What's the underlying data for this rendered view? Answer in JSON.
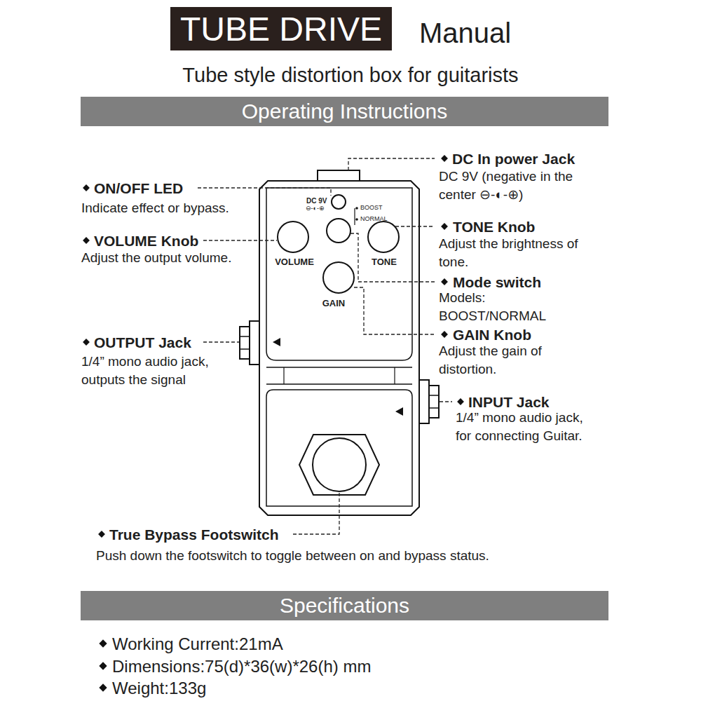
{
  "diagram": {
    "nodes": [
      {
        "text": [
          "TUBE DRIVE"
        ]
      },
      {
        "text": [
          "Operating Instructions"
        ]
      },
      {
        "text": [
          "Specifications"
        ]
      }
    ],
    "labels": [
      "Manual",
      "Tube style distortion box for guitarists",
      "DC In power Jack",
      "DC 9V (negative in the center ⊖-◐-⊕)",
      "ON/OFF LED",
      "Indicate effect or bypass.",
      "DC 9V",
      "⊖-◐-⊕",
      "BOOST",
      "NORMAL",
      "VOLUME Knob",
      "Adjust the output volume.",
      "VOLUME",
      "TONE Knob",
      "Adjust the brightness of tone.",
      "TONE",
      "Mode switch",
      "Models: BOOST/NORMAL",
      "GAIN Knob",
      "Adjust the gain of distortion.",
      "GAIN",
      "OUTPUT Jack",
      "1/4” mono audio jack, outputs the signal",
      "INPUT Jack",
      "1/4” mono audio jack, for connecting Guitar.",
      "True Bypass Footswitch",
      "Push down the footswitch to toggle between on and bypass status.",
      "Working Current:21mA",
      "Dimensions:75(d)*36(w)*26(h) mm",
      "Weight:133g"
    ]
  }
}
